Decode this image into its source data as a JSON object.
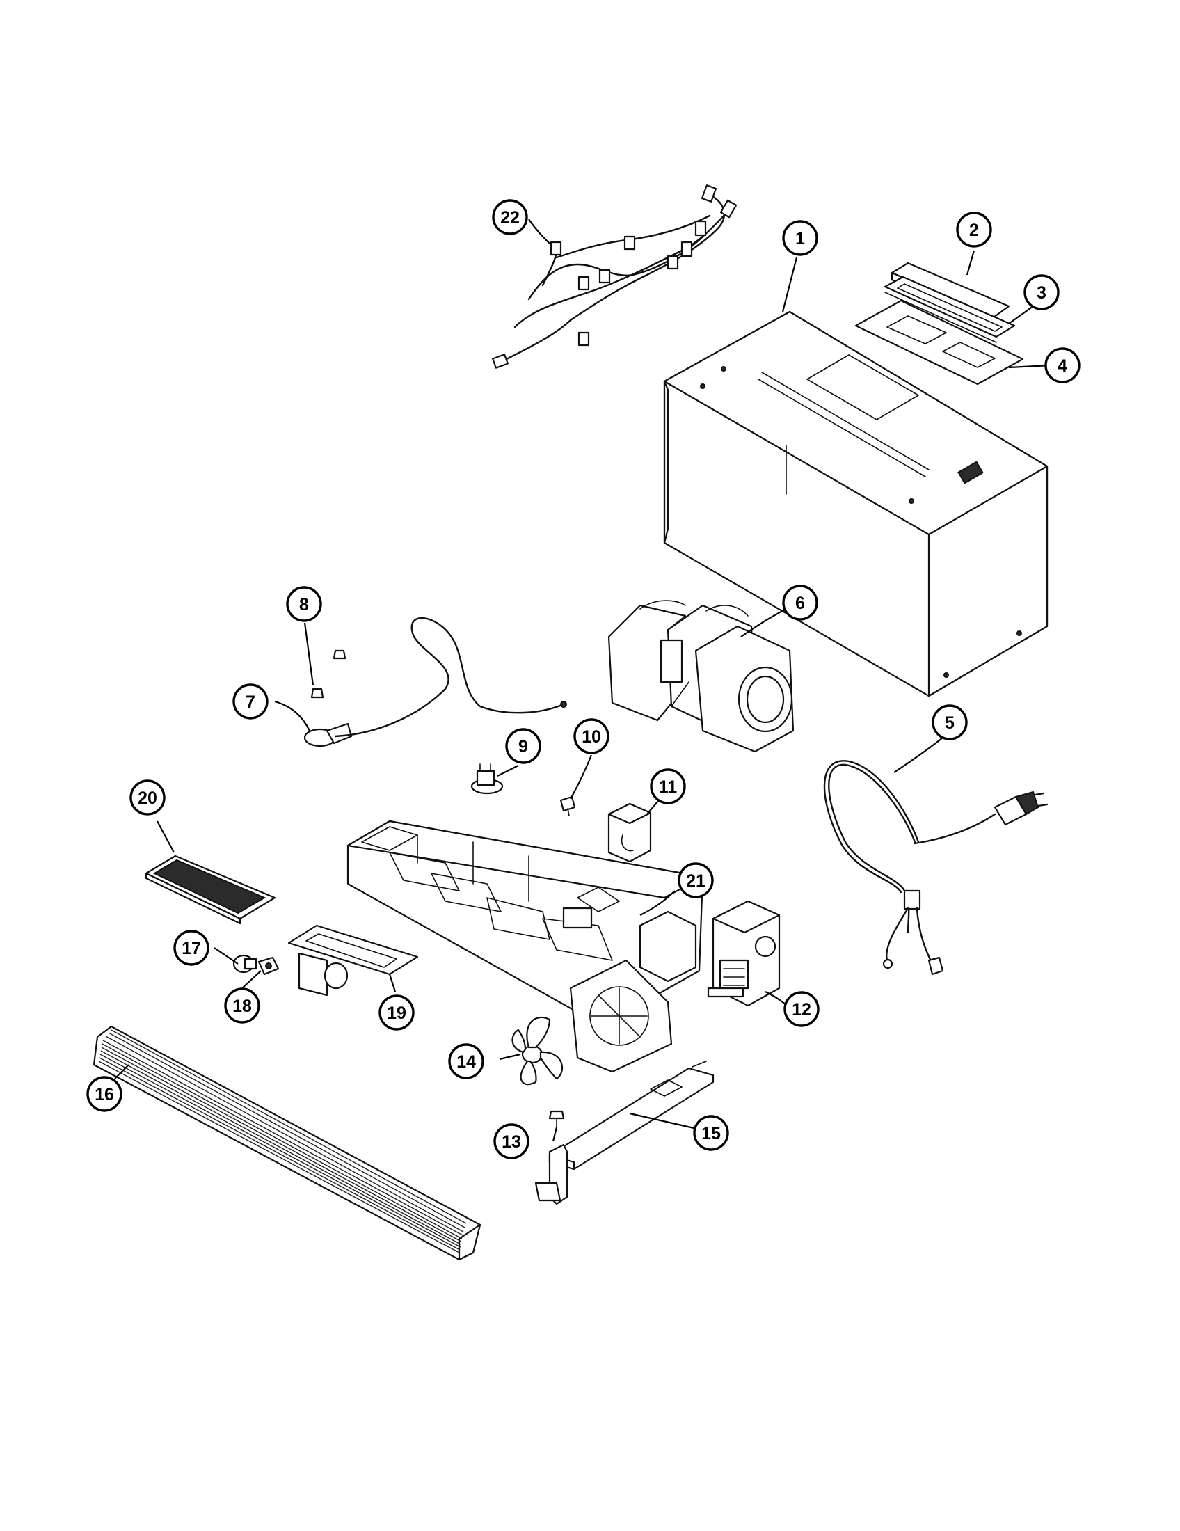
{
  "diagram": {
    "callouts": [
      "1",
      "2",
      "3",
      "4",
      "5",
      "6",
      "7",
      "8",
      "9",
      "10",
      "11",
      "12",
      "13",
      "14",
      "15",
      "16",
      "17",
      "18",
      "19",
      "20",
      "21",
      "22"
    ]
  },
  "colors": {
    "ink": "#111111",
    "paper": "#ffffff"
  },
  "parts": [
    {
      "id": "1",
      "icon": "outer-case-icon"
    },
    {
      "id": "2",
      "icon": "vent-cover-icon"
    },
    {
      "id": "3",
      "icon": "vent-damper-icon"
    },
    {
      "id": "4",
      "icon": "vent-plate-icon"
    },
    {
      "id": "5",
      "icon": "power-cord-icon"
    },
    {
      "id": "6",
      "icon": "blower-assembly-icon"
    },
    {
      "id": "7",
      "icon": "thermal-cutout-icon"
    },
    {
      "id": "8",
      "icon": "screw-icon"
    },
    {
      "id": "9",
      "icon": "thermostat-icon"
    },
    {
      "id": "10",
      "icon": "screw-icon"
    },
    {
      "id": "11",
      "icon": "capacitor-icon"
    },
    {
      "id": "12",
      "icon": "fan-motor-icon"
    },
    {
      "id": "13",
      "icon": "screw-icon"
    },
    {
      "id": "14",
      "icon": "fan-blade-icon"
    },
    {
      "id": "15",
      "icon": "support-bracket-icon"
    },
    {
      "id": "16",
      "icon": "grille-icon"
    },
    {
      "id": "17",
      "icon": "lamp-bulb-icon"
    },
    {
      "id": "18",
      "icon": "lamp-socket-icon"
    },
    {
      "id": "19",
      "icon": "lamp-cover-icon"
    },
    {
      "id": "20",
      "icon": "grease-filter-icon"
    },
    {
      "id": "21",
      "icon": "base-plate-icon"
    },
    {
      "id": "22",
      "icon": "wire-harness-icon"
    }
  ]
}
